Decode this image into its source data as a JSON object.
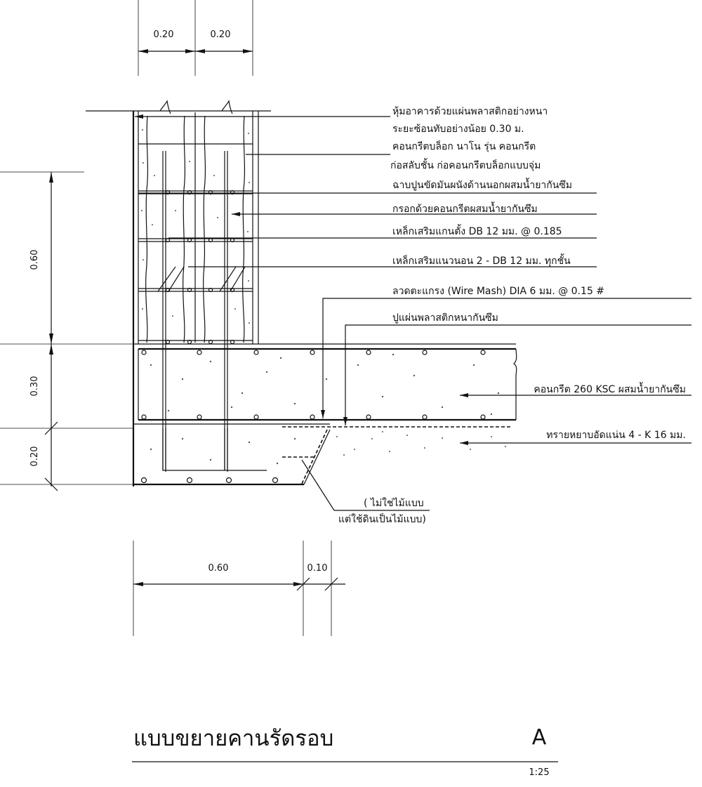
{
  "dimensions": {
    "top_left": "0.20",
    "top_right": "0.20",
    "left_wall": "0.60",
    "left_beam": "0.30",
    "left_base": "0.20",
    "bottom_width": "0.60",
    "bottom_slope": "0.10"
  },
  "notes": [
    "หุ้มอาคารด้วยแผ่นพลาสติกอย่างหนา",
    "ระยะซ้อนทับอย่างน้อย 0.30 ม.",
    "คอนกรีตบล็อก นาโน รุ่น คอนกรีต",
    "ก่อสลับชั้น ก่อคอนกรีตบล็อกแบบจุ่ม",
    "ฉาบปูนขัดมันผนังด้านนอกผสมน้ำยากันซึม",
    "กรอกด้วยคอนกรีตผสมน้ำยากันซึม",
    "เหล็กเสริมแกนตั้ง DB 12 มม. @ 0.185",
    "เหล็กเสริมแนวนอน 2 - DB 12 มม. ทุกชั้น",
    "ลวดตะแกรง (Wire Mash) DIA 6 มม. @ 0.15 #",
    "ปูแผ่นพลาสติกหนากันซึม",
    "คอนกรีต 260 KSC ผสมน้ำยากันซึม",
    "ทรายหยาบอัดแน่น 4 - K 16 มม."
  ],
  "formwork_note": {
    "line1": "( ไม่ใช่ไม้แบบ",
    "line2": "แต่ใช้ดินเป็นไม้แบบ)"
  },
  "title": "แบบขยายคานรัดรอบ",
  "detail_mark": "A",
  "scale": "1:25"
}
